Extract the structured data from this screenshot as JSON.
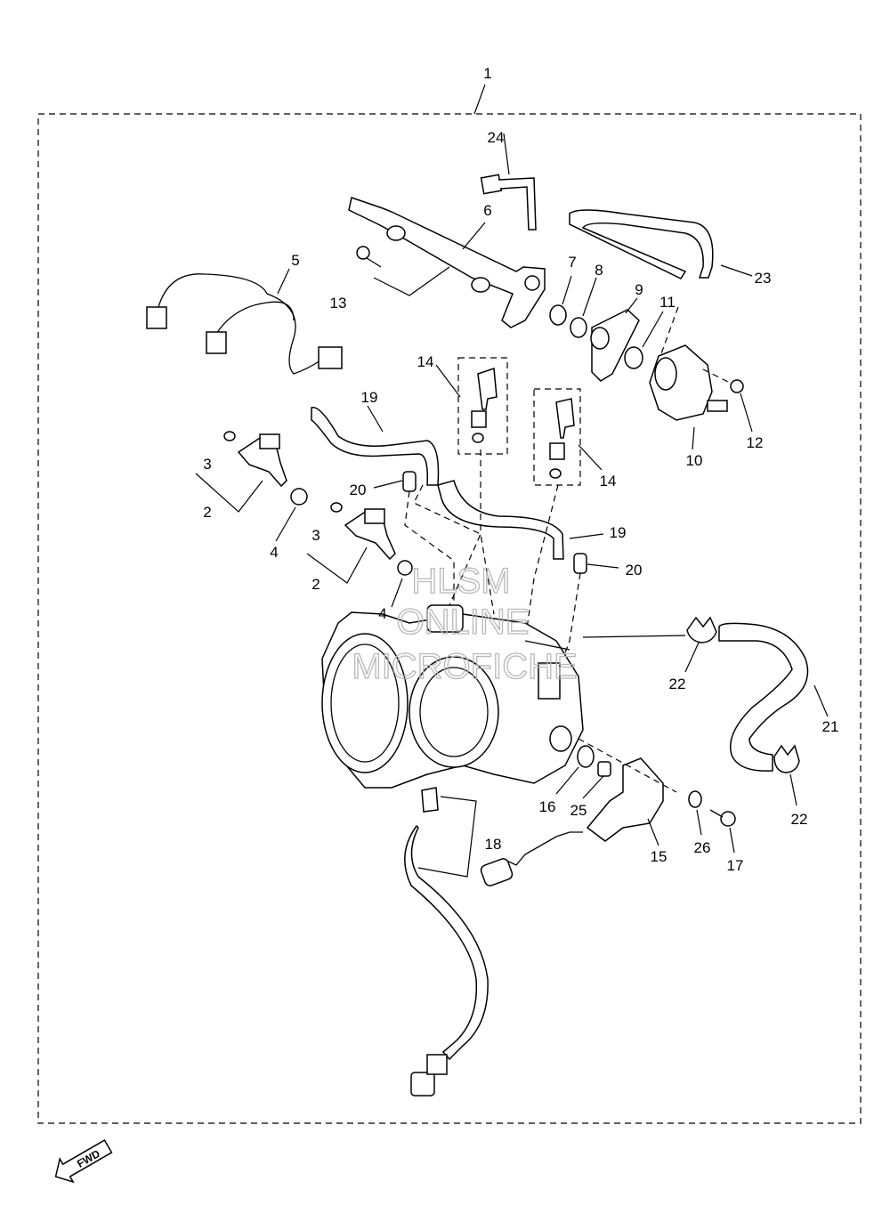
{
  "callouts": [
    "1",
    "2",
    "2",
    "3",
    "3",
    "4",
    "4",
    "5",
    "6",
    "7",
    "8",
    "9",
    "10",
    "11",
    "12",
    "13",
    "14",
    "14",
    "15",
    "16",
    "17",
    "18",
    "19",
    "19",
    "20",
    "20",
    "21",
    "22",
    "22",
    "23",
    "24",
    "25",
    "26"
  ],
  "watermark": [
    "HLSM",
    "ONLINE",
    "MICROFICHE"
  ],
  "fwd_label": "FWD"
}
